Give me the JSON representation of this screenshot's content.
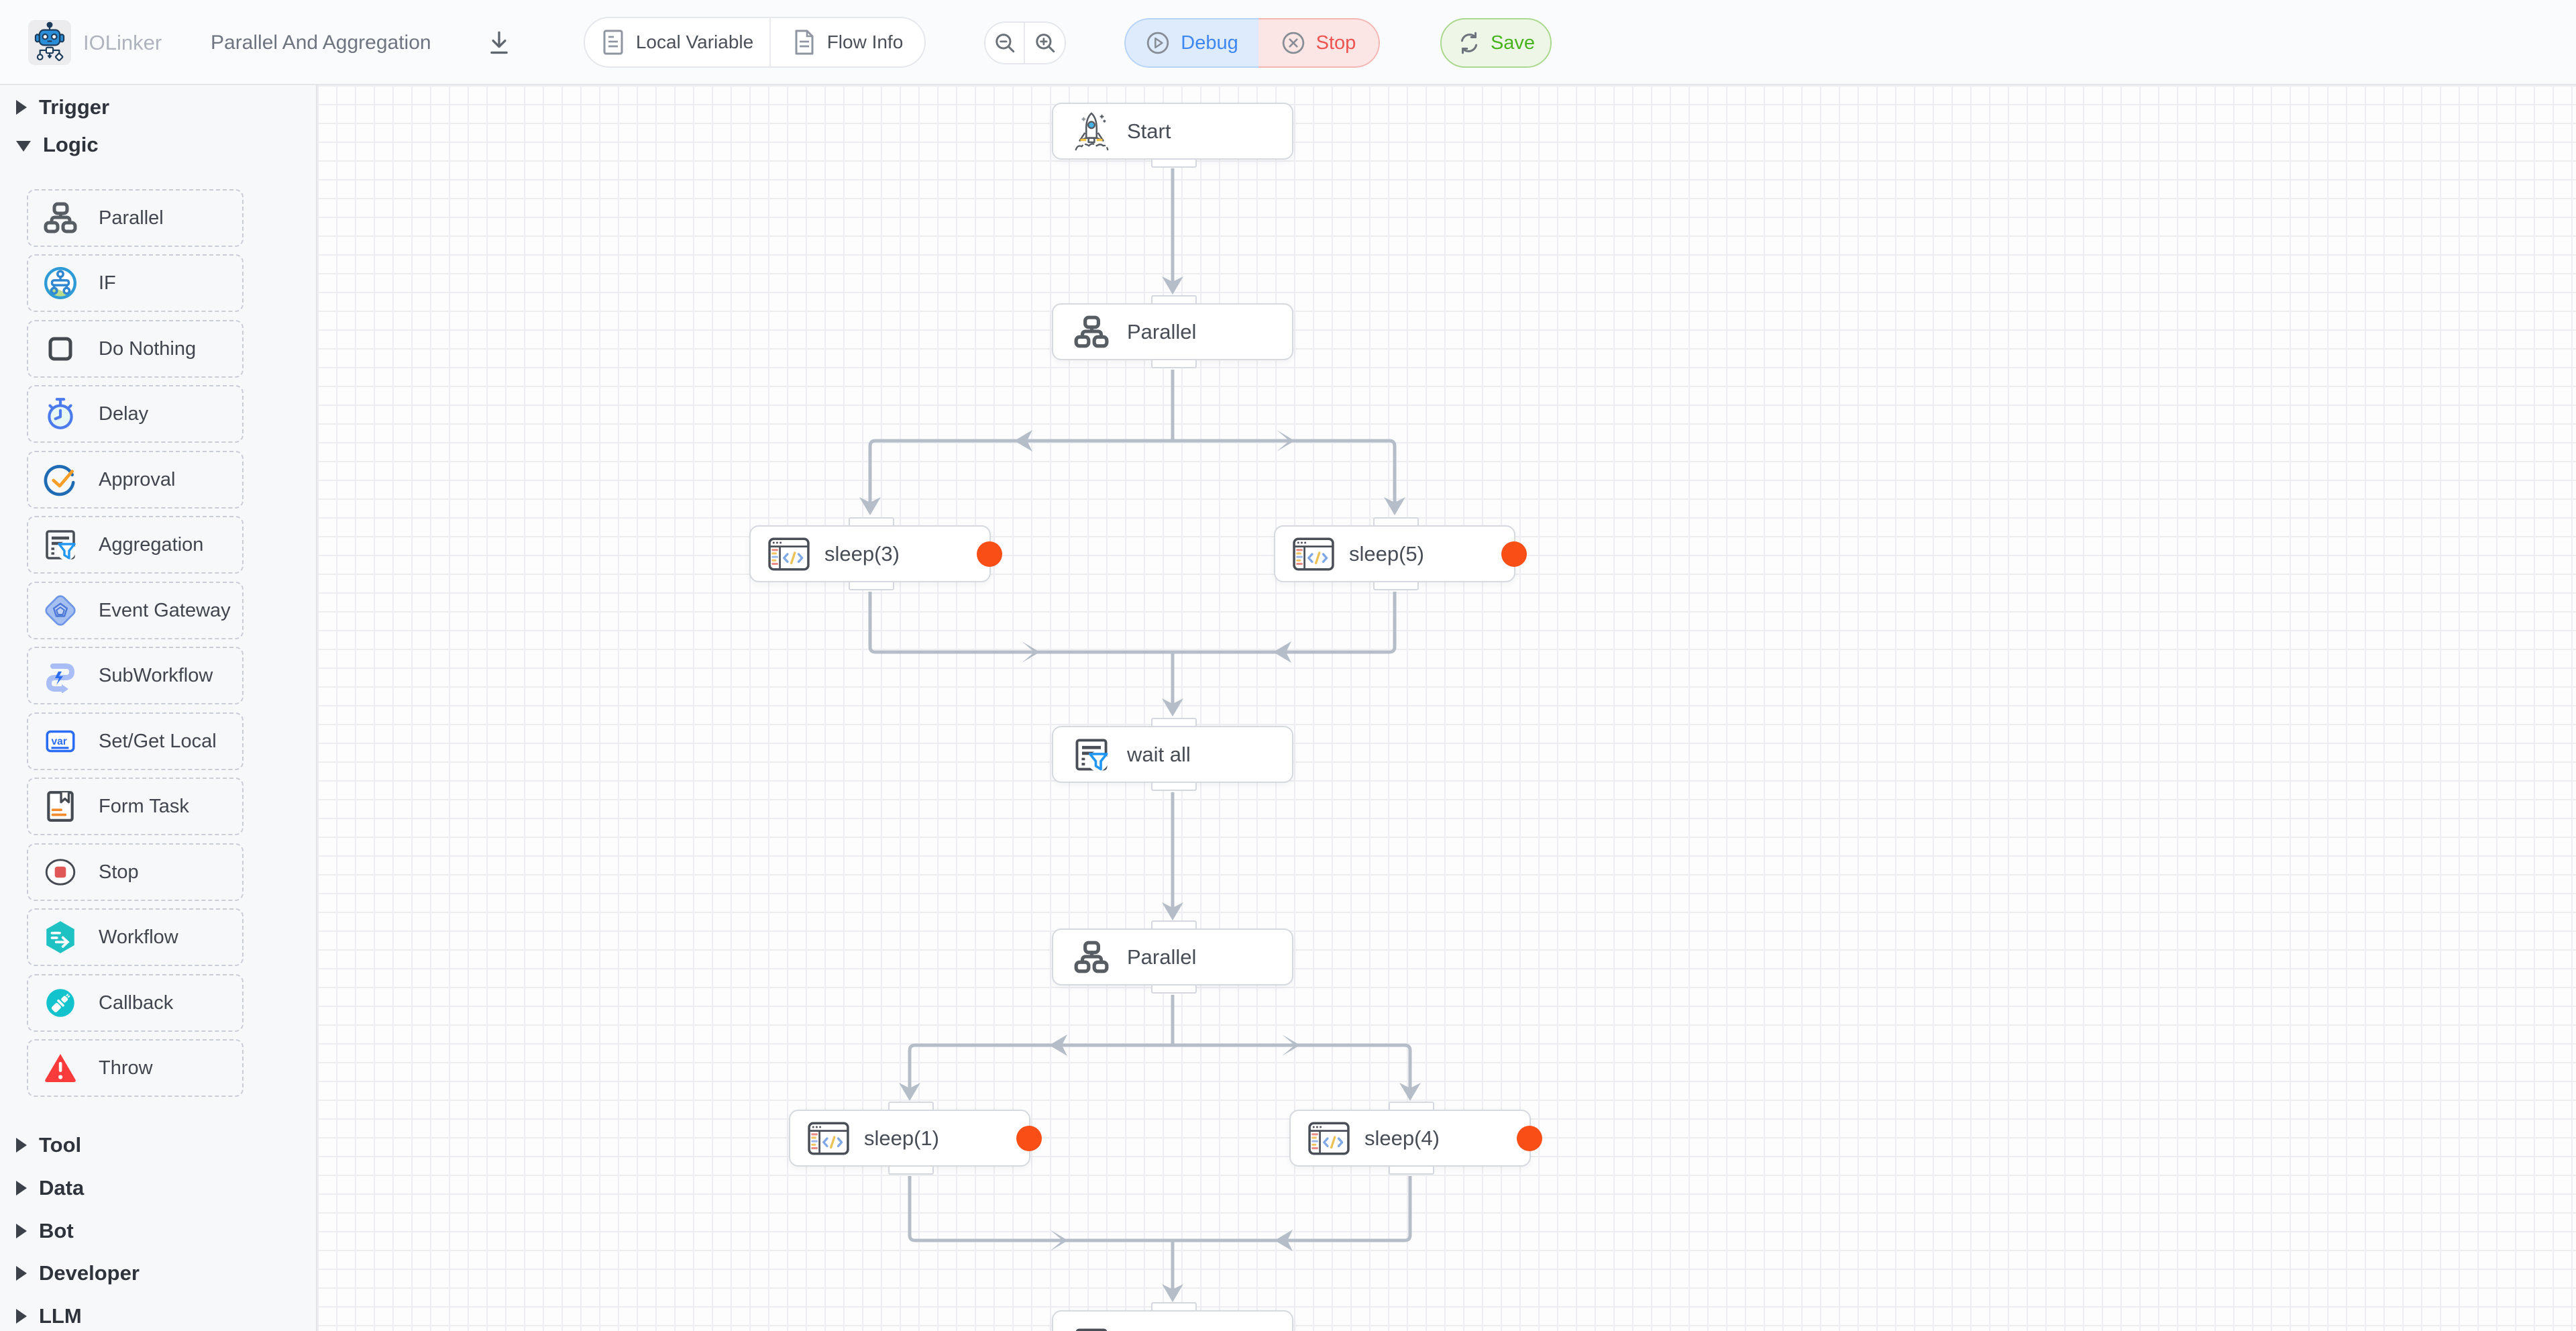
{
  "header": {
    "brand": "IOLinker",
    "workflow_title": "Parallel And Aggregation",
    "buttons": {
      "local_variable": "Local Variable",
      "flow_info": "Flow Info",
      "debug": "Debug",
      "stop": "Stop",
      "save": "Save"
    }
  },
  "sidebar": {
    "sections": [
      {
        "label": "Trigger",
        "expanded": false
      },
      {
        "label": "Logic",
        "expanded": true
      },
      {
        "label": "Tool",
        "expanded": false
      },
      {
        "label": "Data",
        "expanded": false
      },
      {
        "label": "Bot",
        "expanded": false
      },
      {
        "label": "Developer",
        "expanded": false
      },
      {
        "label": "LLM",
        "expanded": false
      }
    ],
    "logic_items": [
      {
        "label": "Parallel",
        "icon": "parallel-icon"
      },
      {
        "label": "IF",
        "icon": "if-icon"
      },
      {
        "label": "Do Nothing",
        "icon": "do-nothing-icon"
      },
      {
        "label": "Delay",
        "icon": "delay-icon"
      },
      {
        "label": "Approval",
        "icon": "approval-icon"
      },
      {
        "label": "Aggregation",
        "icon": "aggregation-icon"
      },
      {
        "label": "Event Gateway",
        "icon": "event-gateway-icon"
      },
      {
        "label": "SubWorkflow",
        "icon": "subworkflow-icon"
      },
      {
        "label": "Set/Get Local",
        "icon": "var-icon"
      },
      {
        "label": "Form Task",
        "icon": "form-task-icon"
      },
      {
        "label": "Stop",
        "icon": "stop-node-icon"
      },
      {
        "label": "Workflow",
        "icon": "workflow-icon"
      },
      {
        "label": "Callback",
        "icon": "callback-icon"
      },
      {
        "label": "Throw",
        "icon": "throw-icon"
      }
    ]
  },
  "canvas": {
    "nodes": [
      {
        "id": "start",
        "label": "Start",
        "icon": "rocket-icon"
      },
      {
        "id": "parallel-1",
        "label": "Parallel",
        "icon": "parallel-icon"
      },
      {
        "id": "sleep-3",
        "label": "sleep(3)",
        "icon": "code-icon",
        "breakpoint": true
      },
      {
        "id": "sleep-5",
        "label": "sleep(5)",
        "icon": "code-icon",
        "breakpoint": true
      },
      {
        "id": "wait-all",
        "label": "wait all",
        "icon": "aggregation-icon"
      },
      {
        "id": "parallel-2",
        "label": "Parallel",
        "icon": "parallel-icon"
      },
      {
        "id": "sleep-1",
        "label": "sleep(1)",
        "icon": "code-icon",
        "breakpoint": true
      },
      {
        "id": "sleep-4",
        "label": "sleep(4)",
        "icon": "code-icon",
        "breakpoint": true
      },
      {
        "id": "partial-bottom",
        "icon": "aggregation-icon"
      }
    ]
  },
  "colors": {
    "debug_blue": "#3d87f2",
    "stop_red": "#ef5350",
    "save_green": "#47b41e",
    "breakpoint_orange": "#fa4e17",
    "edge_gray": "#b5bdc8"
  }
}
